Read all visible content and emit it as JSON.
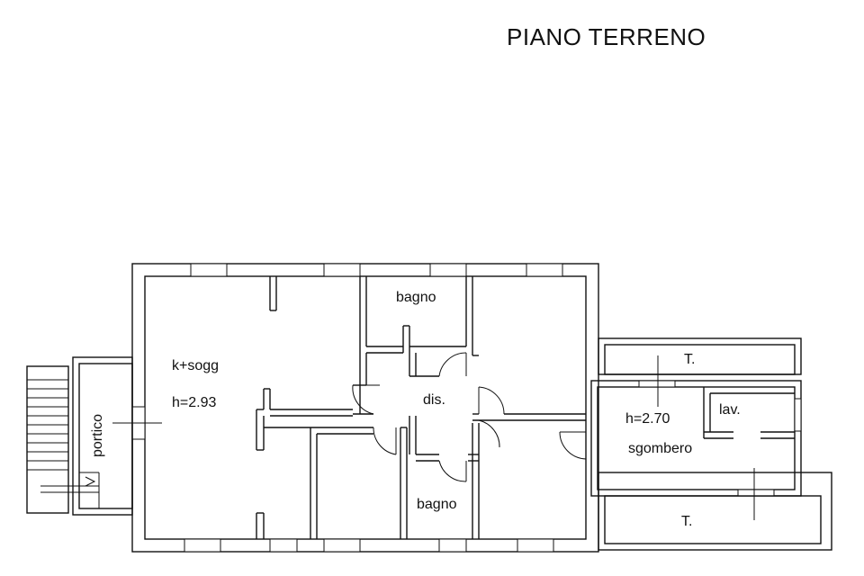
{
  "title": "PIANO TERRENO",
  "rooms": {
    "ksogg": "k+sogg",
    "ksogg_height": "h=2.93",
    "portico": "portico",
    "bagno_top": "bagno",
    "dis": "dis.",
    "bagno_bottom": "bagno",
    "t_top": "T.",
    "lav": "lav.",
    "sgombero_height": "h=2.70",
    "sgombero": "sgombero",
    "t_bottom": "T."
  }
}
